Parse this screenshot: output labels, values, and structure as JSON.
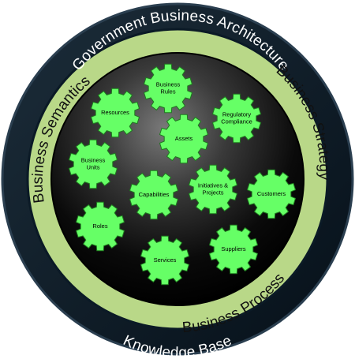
{
  "diagram": {
    "outer_ring": {
      "top_label": "Government Business Architecture",
      "bottom_label": "Knowledge Base"
    },
    "middle_ring": {
      "left_label": "Business Semantics",
      "right_label": "Business Strategy",
      "bottom_label": "Business Process"
    },
    "gears": [
      {
        "id": "business-rules",
        "lines": [
          "Business",
          "Rules"
        ]
      },
      {
        "id": "resources",
        "lines": [
          "Resources"
        ]
      },
      {
        "id": "regulatory-compliance",
        "lines": [
          "Regulatory",
          "Compliance"
        ]
      },
      {
        "id": "assets",
        "lines": [
          "Assets"
        ]
      },
      {
        "id": "business-units",
        "lines": [
          "Business",
          "Units"
        ]
      },
      {
        "id": "capabilities",
        "lines": [
          "Capabilities"
        ]
      },
      {
        "id": "initiatives-projects",
        "lines": [
          "Initiatives &",
          "Projects"
        ]
      },
      {
        "id": "customers",
        "lines": [
          "Customers"
        ]
      },
      {
        "id": "roles",
        "lines": [
          "Roles"
        ]
      },
      {
        "id": "services",
        "lines": [
          "Services"
        ]
      },
      {
        "id": "suppliers",
        "lines": [
          "Suppliers"
        ]
      }
    ],
    "colors": {
      "outer_ring": "#0b1a26",
      "middle_ring": "#b9d888",
      "inner_disc": "#000000",
      "gear_fill": "#66ff66",
      "gear_stroke": "#1f7a1f"
    }
  }
}
